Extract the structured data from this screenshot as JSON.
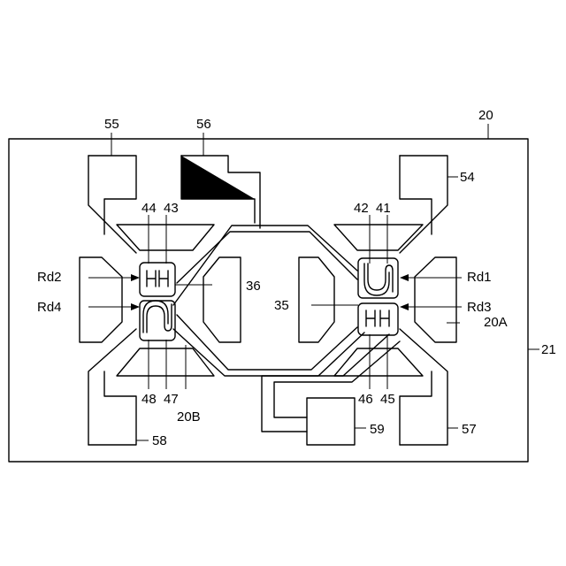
{
  "figure": {
    "labels": {
      "l55": "55",
      "l56": "56",
      "l20": "20",
      "l54": "54",
      "l44": "44",
      "l43": "43",
      "l42": "42",
      "l41": "41",
      "lrd2": "Rd2",
      "lrd4": "Rd4",
      "l36": "36",
      "l35": "35",
      "lrd1": "Rd1",
      "lrd3": "Rd3",
      "l20a": "20A",
      "l21": "21",
      "l48": "48",
      "l47": "47",
      "l20b": "20B",
      "l46": "46",
      "l45": "45",
      "l58": "58",
      "l59": "59",
      "l57": "57"
    }
  }
}
